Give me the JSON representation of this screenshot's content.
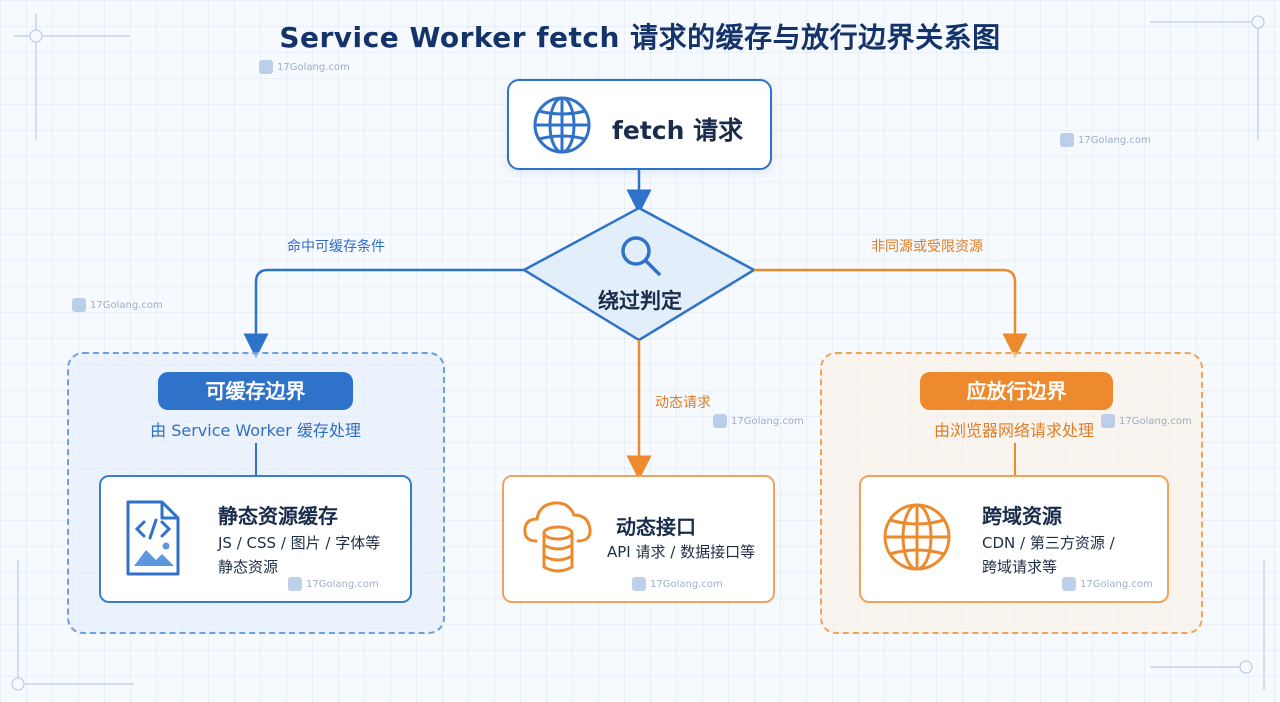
{
  "title": "Service Worker fetch 请求的缓存与放行边界关系图",
  "fetch_node": {
    "label": "fetch 请求",
    "icon": "globe-icon"
  },
  "decision_node": {
    "label": "绕过判定",
    "icon": "search-icon"
  },
  "edges": {
    "left": "命中可缓存条件",
    "center": "动态请求",
    "right": "非同源或受限资源"
  },
  "cacheable_region": {
    "title": "可缓存边界",
    "subtitle": "由 Service Worker 缓存处理",
    "card": {
      "title": "静态资源缓存",
      "desc_line1": "JS / CSS / 图片 / 字体等",
      "desc_line2": "静态资源",
      "icon": "code-file-icon"
    }
  },
  "dynamic_card": {
    "title": "动态接口",
    "desc": "API 请求 / 数据接口等",
    "icon": "cloud-database-icon"
  },
  "bypass_region": {
    "title": "应放行边界",
    "subtitle": "由浏览器网络请求处理",
    "card": {
      "title": "跨域资源",
      "desc_line1": "CDN / 第三方资源 /",
      "desc_line2": "跨域请求等",
      "icon": "globe-icon"
    }
  },
  "watermark": "17Golang.com",
  "colors": {
    "blue": "#2f72c9",
    "orange": "#ee8a2e",
    "title": "#15336b"
  }
}
